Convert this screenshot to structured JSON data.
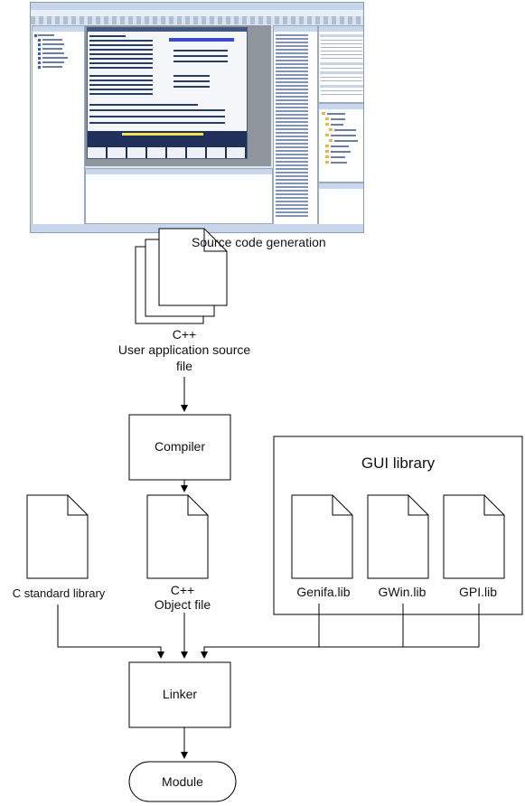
{
  "steps": {
    "source_code_generation": "Source code generation"
  },
  "nodes": {
    "source_file": {
      "line1": "C++",
      "line2": "User application source",
      "line3": "file"
    },
    "compiler": "Compiler",
    "gui_library": {
      "title": "GUI library",
      "files": [
        "Genifa.lib",
        "GWin.lib",
        "GPI.lib"
      ]
    },
    "c_std_library": "C standard library",
    "object_file": {
      "line1": "C++",
      "line2": "Object file"
    },
    "linker": "Linker",
    "module": "Module"
  },
  "colors": {
    "stroke": "#000000",
    "fill": "#ffffff",
    "text": "#111111"
  },
  "icons": [
    "document-icon",
    "stacked-documents-icon",
    "arrow-down-icon"
  ]
}
